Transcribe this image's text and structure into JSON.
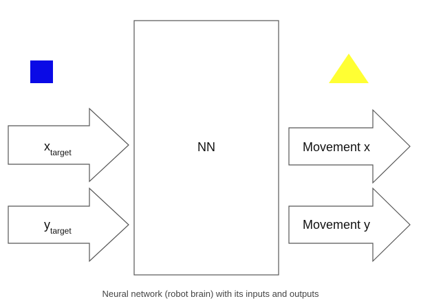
{
  "diagram": {
    "nn_label": "NN",
    "inputs": [
      {
        "main": "x",
        "sub": "target"
      },
      {
        "main": "y",
        "sub": "target"
      }
    ],
    "outputs": [
      {
        "label": "Movement x"
      },
      {
        "label": "Movement y"
      }
    ],
    "colors": {
      "square": "#0a0ae6",
      "triangle": "#ffff33",
      "stroke": "#555555"
    },
    "icons": {
      "left": "blue-square-icon",
      "right": "yellow-triangle-icon"
    }
  },
  "caption": "Neural network (robot brain) with its inputs and outputs"
}
